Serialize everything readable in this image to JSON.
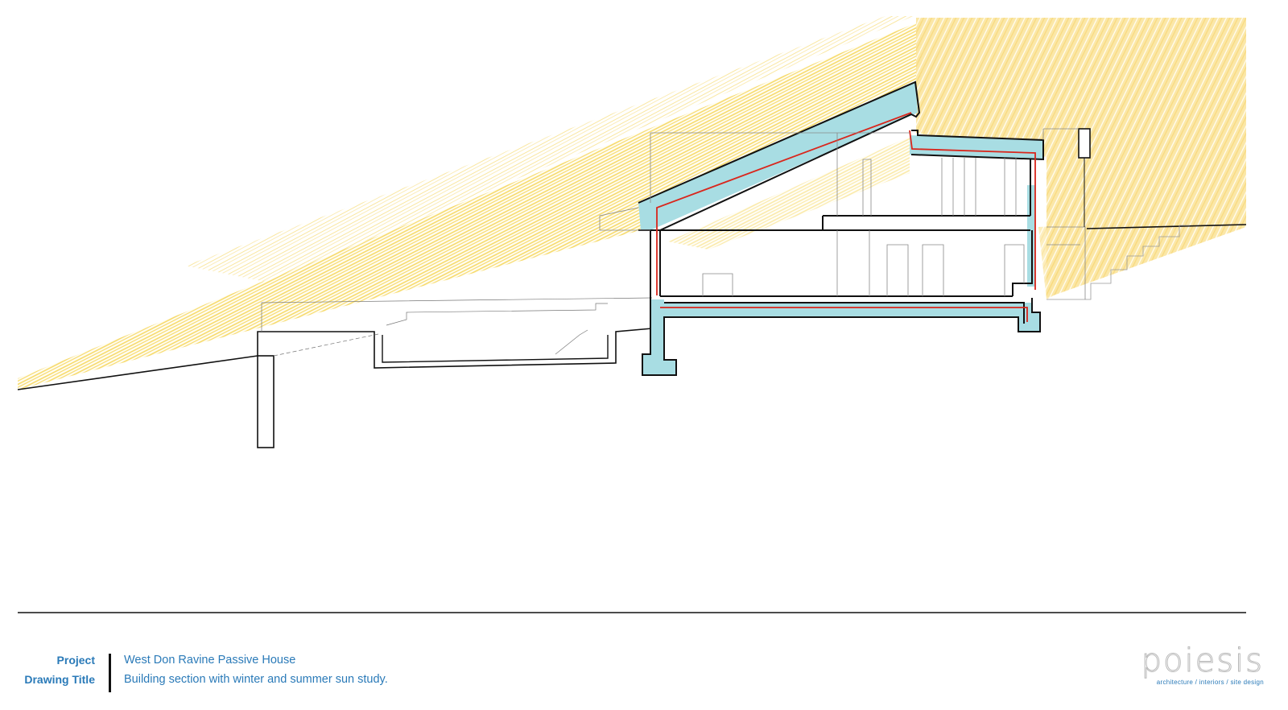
{
  "title_block": {
    "project_label": "Project",
    "drawing_title_label": "Drawing Title",
    "project_value": "West Don Ravine Passive House",
    "drawing_title_value": "Building section with winter and summer sun study."
  },
  "logo": {
    "wordmark": "poiesis",
    "tagline": "architecture / interiors / site design"
  },
  "colors": {
    "sun_rays": "#f6d65a",
    "summer_fill": "#fbe6a2",
    "insulation": "#a8dde3",
    "air_barrier": "#d9261c",
    "linework": "#111111",
    "text_accent": "#2a7ab8"
  }
}
